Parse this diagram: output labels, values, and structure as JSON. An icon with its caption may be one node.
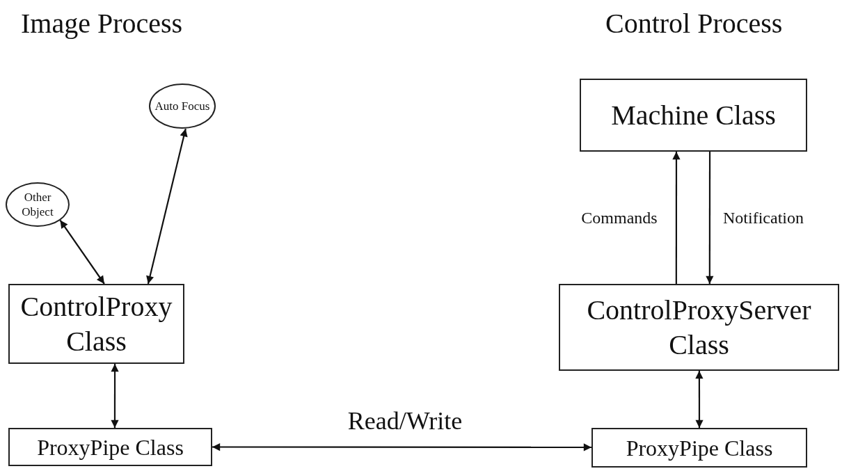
{
  "diagram": {
    "nodes": [
      {
        "text": [
          "Auto Focus"
        ]
      },
      {
        "text": [
          "Other Object"
        ]
      },
      {
        "text": [
          "ControlProxy Class"
        ]
      },
      {
        "text": [
          "ProxyPipe Class"
        ]
      },
      {
        "text": [
          "Machine Class"
        ]
      },
      {
        "text": [
          "ControlProxyServer Class"
        ]
      },
      {
        "text": [
          "ProxyPipe Class"
        ]
      }
    ],
    "edges": [
      {
        "from": 2,
        "to": 1,
        "arrow": "both"
      },
      {
        "from": 2,
        "to": 0,
        "arrow": "both"
      },
      {
        "from": 2,
        "to": 3,
        "arrow": "both"
      },
      {
        "from": 3,
        "to": 6,
        "arrow": "both",
        "label": "Read/Write"
      },
      {
        "from": 5,
        "to": 4,
        "arrow": "to",
        "label": "Commands"
      },
      {
        "from": 4,
        "to": 5,
        "arrow": "to",
        "label": "Notification"
      },
      {
        "from": 5,
        "to": 6,
        "arrow": "both"
      }
    ],
    "labels": [
      "Image Process",
      "Control Process"
    ]
  }
}
